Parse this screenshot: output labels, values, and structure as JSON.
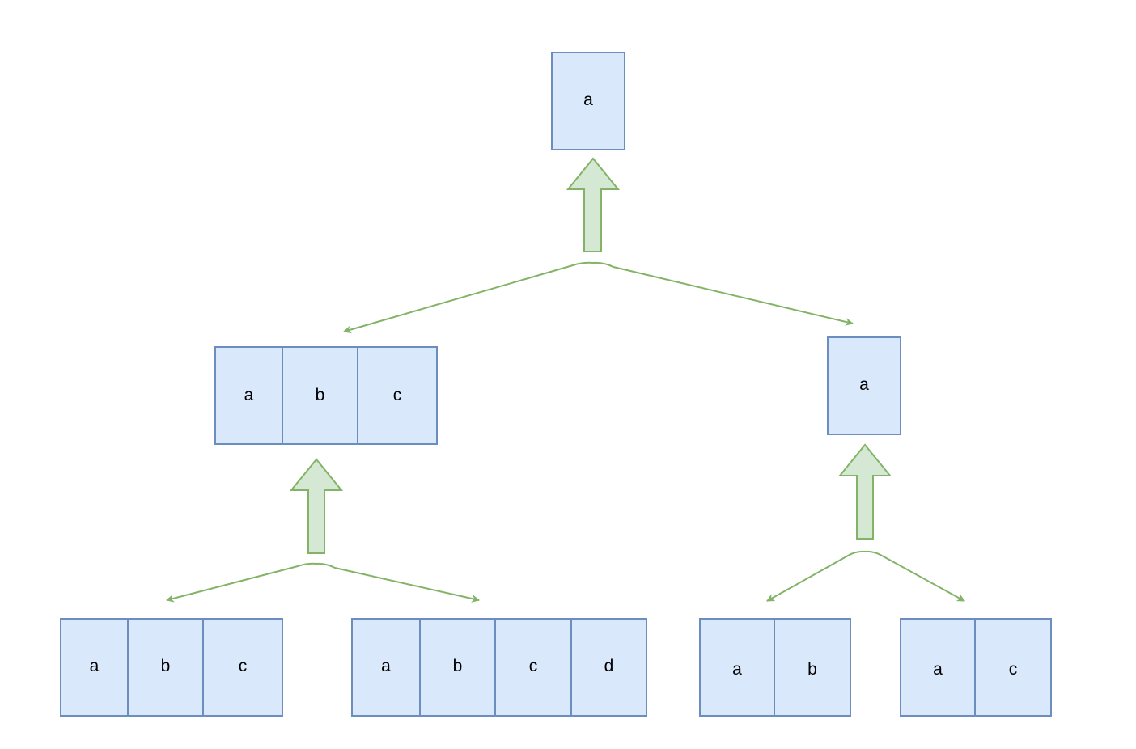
{
  "colors": {
    "node_fill": "#dae8fc",
    "node_border": "#6c8ebf",
    "arrow_fill": "#d5e8d4",
    "arrow_stroke": "#82b366"
  },
  "nodes": {
    "root": {
      "cells": [
        "a"
      ]
    },
    "mid_left": {
      "cells": [
        "a",
        "b",
        "c"
      ]
    },
    "mid_right": {
      "cells": [
        "a"
      ]
    },
    "leaf_1": {
      "cells": [
        "a",
        "b",
        "c"
      ]
    },
    "leaf_2": {
      "cells": [
        "a",
        "b",
        "c",
        "d"
      ]
    },
    "leaf_3": {
      "cells": [
        "a",
        "b"
      ]
    },
    "leaf_4": {
      "cells": [
        "a",
        "c"
      ]
    }
  }
}
